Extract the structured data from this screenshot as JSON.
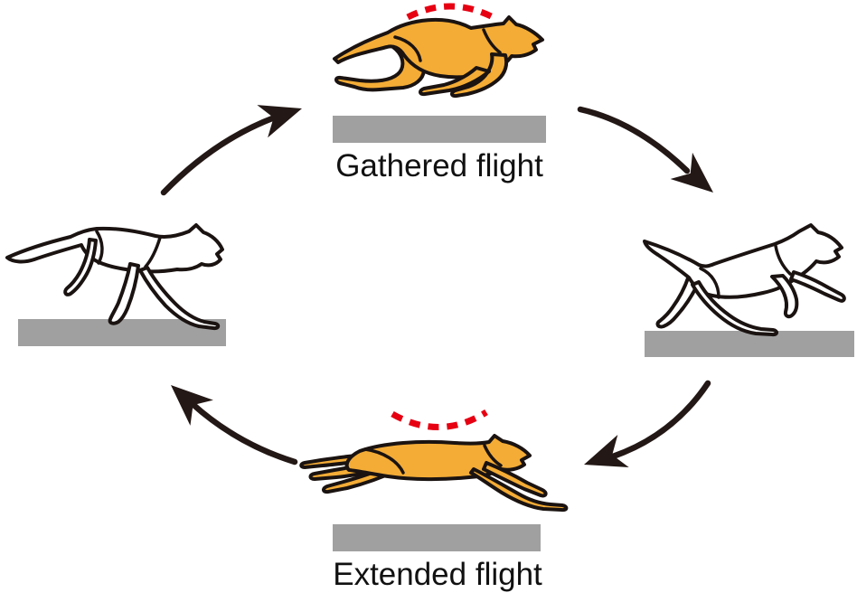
{
  "diagram": {
    "labels": {
      "top": "Gathered flight",
      "bottom": "Extended flight"
    },
    "cycle": {
      "direction": "clockwise",
      "arrows": [
        {
          "from": "left",
          "to": "top"
        },
        {
          "from": "top",
          "to": "right"
        },
        {
          "from": "right",
          "to": "bottom"
        },
        {
          "from": "bottom",
          "to": "left"
        }
      ]
    },
    "phases": [
      {
        "position": "top",
        "label": "Gathered flight",
        "illustration": "cheetah-gathered-flight",
        "highlighted": true,
        "spine_arc": true,
        "airborne": true
      },
      {
        "position": "right",
        "label": "",
        "illustration": "cheetah-hindleg-stance",
        "highlighted": false,
        "spine_arc": false,
        "airborne": false
      },
      {
        "position": "bottom",
        "label": "Extended flight",
        "illustration": "cheetah-extended-flight",
        "highlighted": true,
        "spine_arc": true,
        "airborne": true
      },
      {
        "position": "left",
        "label": "",
        "illustration": "cheetah-foreleg-stance",
        "highlighted": false,
        "spine_arc": false,
        "airborne": false
      }
    ],
    "colors": {
      "cheetah_highlight_fill": "#F4AC36",
      "cheetah_outline": "#1A1311",
      "arrow": "#231815",
      "spine_arc_red": "#E60012",
      "ground_gray": "#A0A0A0",
      "label_text": "#111111",
      "background": "#FFFFFF"
    }
  }
}
